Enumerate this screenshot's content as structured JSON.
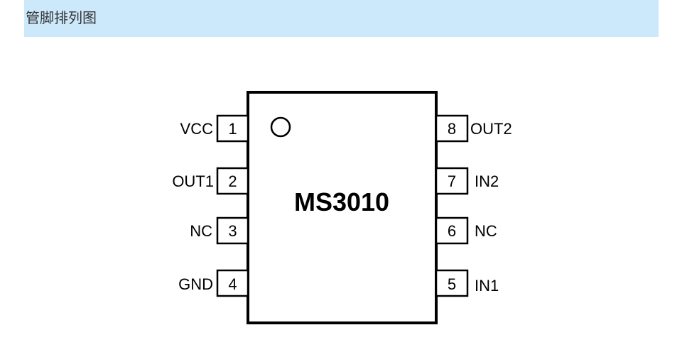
{
  "section": {
    "title": "管脚排列图"
  },
  "chip": {
    "name": "MS3010"
  },
  "pins": {
    "left": [
      {
        "number": "1",
        "label": "VCC"
      },
      {
        "number": "2",
        "label": "OUT1"
      },
      {
        "number": "3",
        "label": "NC"
      },
      {
        "number": "4",
        "label": "GND"
      }
    ],
    "right": [
      {
        "number": "8",
        "label": "OUT2"
      },
      {
        "number": "7",
        "label": "IN2"
      },
      {
        "number": "6",
        "label": "NC"
      },
      {
        "number": "5",
        "label": "IN1"
      }
    ]
  }
}
